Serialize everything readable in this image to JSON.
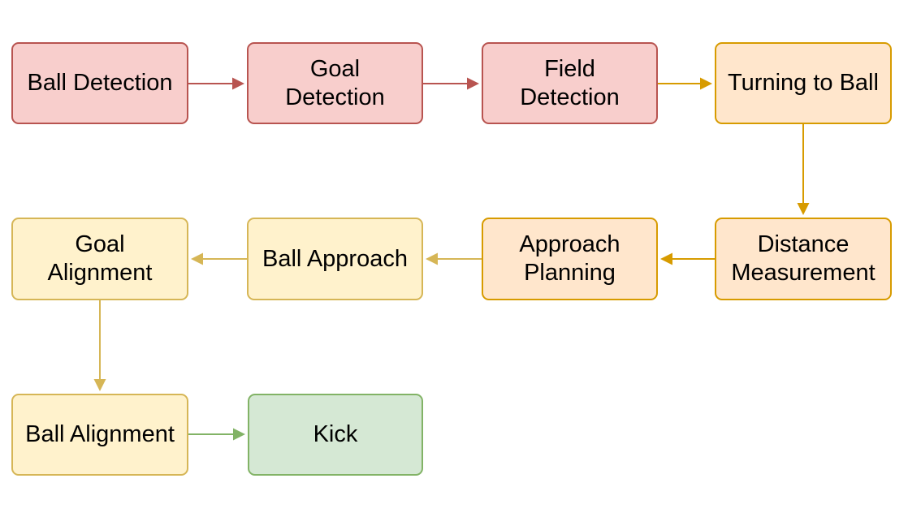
{
  "diagram": {
    "type": "flowchart",
    "nodes": [
      {
        "id": "ball-detection",
        "label": "Ball Detection",
        "style": "red"
      },
      {
        "id": "goal-detection",
        "label": "Goal\nDetection",
        "style": "red"
      },
      {
        "id": "field-detection",
        "label": "Field\nDetection",
        "style": "red"
      },
      {
        "id": "turning-to-ball",
        "label": "Turning to Ball",
        "style": "orange"
      },
      {
        "id": "goal-alignment",
        "label": "Goal\nAlignment",
        "style": "yellow"
      },
      {
        "id": "ball-approach",
        "label": "Ball Approach",
        "style": "yellow"
      },
      {
        "id": "approach-planning",
        "label": "Approach\nPlanning",
        "style": "orange"
      },
      {
        "id": "distance-measurement",
        "label": "Distance\nMeasurement",
        "style": "orange"
      },
      {
        "id": "ball-alignment",
        "label": "Ball Alignment",
        "style": "yellow"
      },
      {
        "id": "kick",
        "label": "Kick",
        "style": "green"
      }
    ],
    "edges": [
      {
        "from": "ball-detection",
        "to": "goal-detection",
        "color": "red"
      },
      {
        "from": "goal-detection",
        "to": "field-detection",
        "color": "red"
      },
      {
        "from": "field-detection",
        "to": "turning-to-ball",
        "color": "orange"
      },
      {
        "from": "turning-to-ball",
        "to": "distance-measurement",
        "color": "orange"
      },
      {
        "from": "distance-measurement",
        "to": "approach-planning",
        "color": "orange"
      },
      {
        "from": "approach-planning",
        "to": "ball-approach",
        "color": "tan"
      },
      {
        "from": "ball-approach",
        "to": "goal-alignment",
        "color": "tan"
      },
      {
        "from": "goal-alignment",
        "to": "ball-alignment",
        "color": "tan"
      },
      {
        "from": "ball-alignment",
        "to": "kick",
        "color": "green"
      }
    ],
    "colors": {
      "red_fill": "#F8CECC",
      "red_stroke": "#B85450",
      "orange_fill": "#FFE6CC",
      "orange_stroke": "#D79B00",
      "yellow_fill": "#FFF2CC",
      "yellow_stroke": "#D6B656",
      "green_fill": "#D5E8D4",
      "green_stroke": "#82B366",
      "text": "#000000",
      "background": "#FFFFFF"
    }
  }
}
